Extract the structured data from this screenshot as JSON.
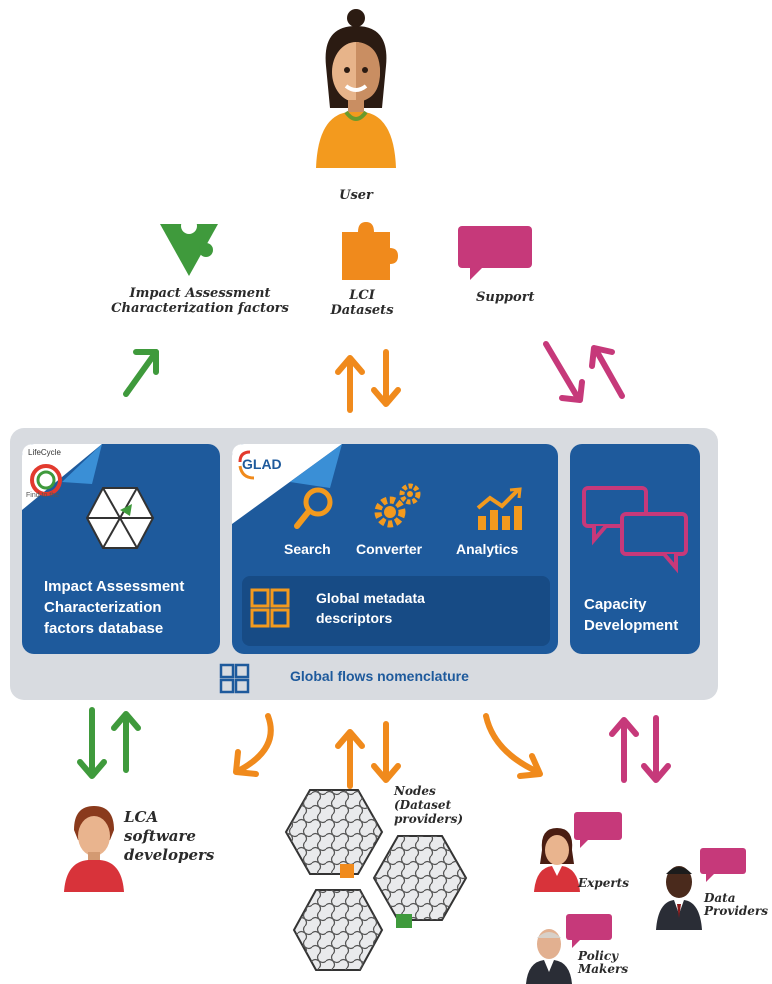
{
  "user": {
    "label": "User"
  },
  "top_items": {
    "impact": {
      "line1": "Impact Assessment",
      "line2": "Characterization factors"
    },
    "lci": {
      "line1": "LCI",
      "line2": "Datasets"
    },
    "support": {
      "label": "Support"
    }
  },
  "platform": {
    "iac_card": {
      "line1": "Impact Assessment",
      "line2": "Characterization",
      "line3": "factors database",
      "logo_top": "LifeCycle",
      "logo_bottom": "Find to the "
    },
    "glad_card": {
      "logo": "GLAD",
      "search": "Search",
      "converter": "Converter",
      "analytics": "Analytics",
      "meta_line1": "Global metadata",
      "meta_line2": "descriptors"
    },
    "capacity_card": {
      "line1": "Capacity",
      "line2": "Development"
    },
    "nomenclature": "Global flows nomenclature"
  },
  "bottom_items": {
    "lca_dev": {
      "line1": "LCA",
      "line2": "software",
      "line3": "developers"
    },
    "nodes": {
      "line1": "Nodes",
      "line2": "(Dataset",
      "line3": "providers)"
    },
    "experts": "Experts",
    "data_providers": {
      "line1": "Data",
      "line2": "Providers"
    },
    "policy": {
      "line1": "Policy",
      "line2": "Makers"
    }
  },
  "colors": {
    "green": "#3f9a3c",
    "orange": "#f08a1c",
    "magenta": "#c6397a",
    "blue": "#1e5a9c",
    "panel": "#d8dbe0"
  }
}
